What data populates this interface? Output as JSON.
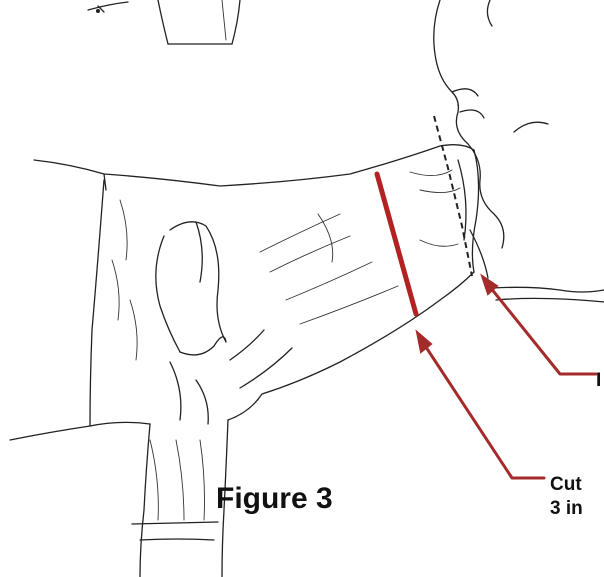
{
  "figure": {
    "label": "Figure 3",
    "callouts": [
      {
        "text": "I"
      },
      {
        "text_line1": "Cut",
        "text_line2": "3 in"
      }
    ]
  },
  "colors": {
    "line_art": "#222222",
    "callout": "#a52a2a",
    "cut_mark": "#b22222",
    "background": "#ffffff"
  }
}
